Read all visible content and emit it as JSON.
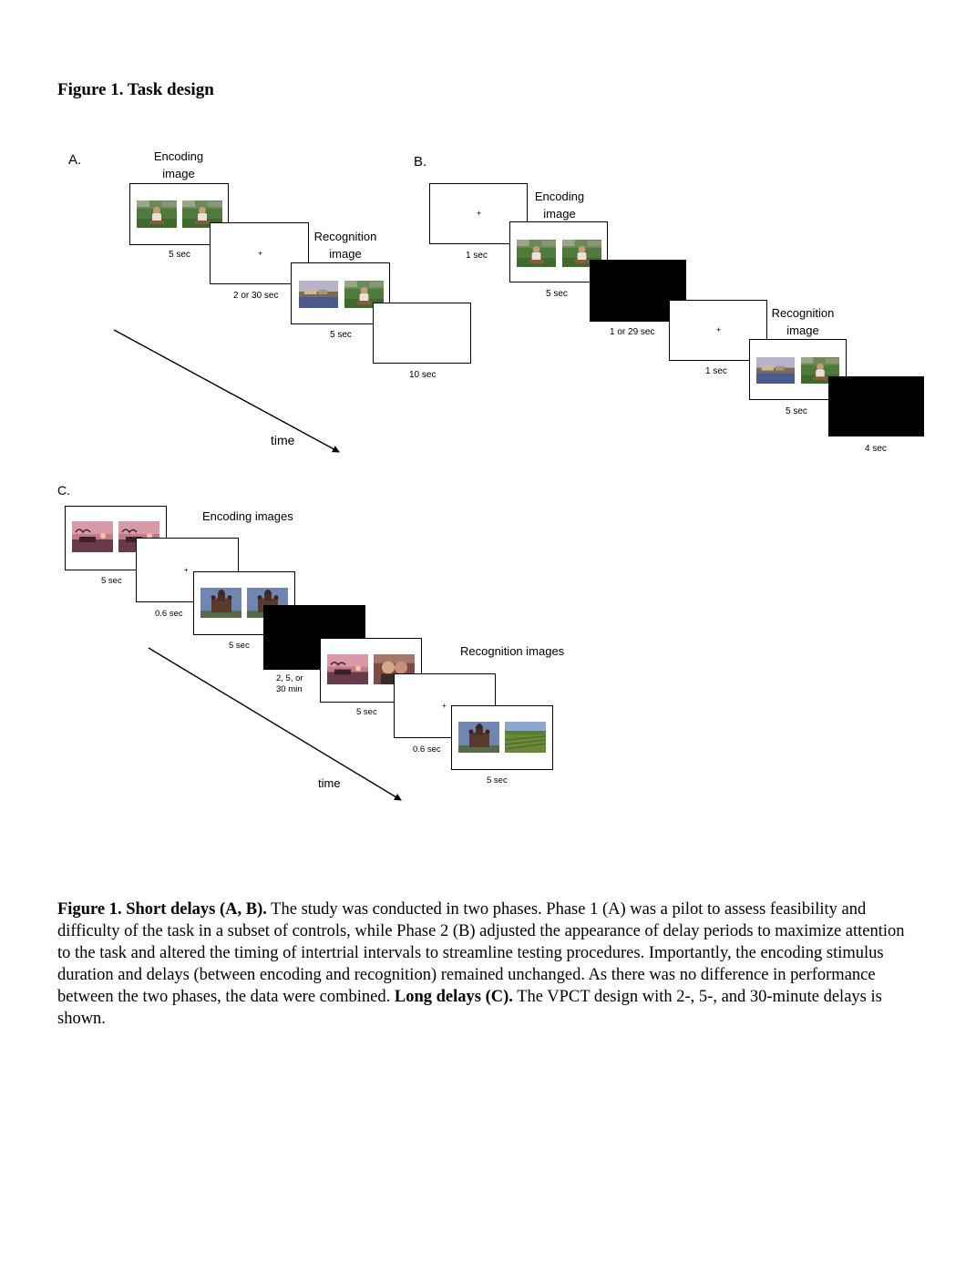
{
  "figure_title": "Figure 1. Task design",
  "panel_a": {
    "letter": "A.",
    "encoding_label": "Encoding image",
    "recognition_label": "Recognition image",
    "t_encoding": "5 sec",
    "t_delay": "2 or 30 sec",
    "t_recognition": "5 sec",
    "t_iti": "10 sec",
    "time_label": "time",
    "fixation": "+"
  },
  "panel_b": {
    "letter": "B.",
    "encoding_label": "Encoding image",
    "recognition_label": "Recognition image",
    "t_fix1": "1 sec",
    "t_encoding": "5 sec",
    "t_delay": "1 or 29 sec",
    "t_fix2": "1 sec",
    "t_recognition": "5 sec",
    "t_iti": "4 sec",
    "fixation": "+"
  },
  "panel_c": {
    "letter": "C.",
    "encoding_label": "Encoding images",
    "recognition_label": "Recognition images",
    "t_enc1": "5 sec",
    "t_fix1": "0.6 sec",
    "t_enc2": "5 sec",
    "t_delay_line1": "2, 5, or",
    "t_delay_line2": "30 min",
    "t_rec1": "5 sec",
    "t_fix2": "0.6 sec",
    "t_rec2": "5 sec",
    "time_label": "time",
    "fixation": "+"
  },
  "caption": {
    "lead1": "Figure 1. Short delays (A, B).",
    "text1": " The study was conducted in two phases. Phase 1 (A) was a pilot to assess feasibility and difficulty of the task in a subset of controls, while Phase 2 (B) adjusted the appearance of delay periods to maximize attention to the task and altered the timing of intertrial intervals to streamline testing procedures. Importantly, the encoding stimulus duration and delays (between encoding and recognition) remained unchanged. As there was no difference in performance between the two phases, the data were combined. ",
    "lead2": "Long delays (C).",
    "text2": " The VPCT design with 2-, 5-, and 30-minute delays is shown."
  },
  "colors": {
    "frame": "#000000",
    "delay_screen": "#000000"
  }
}
